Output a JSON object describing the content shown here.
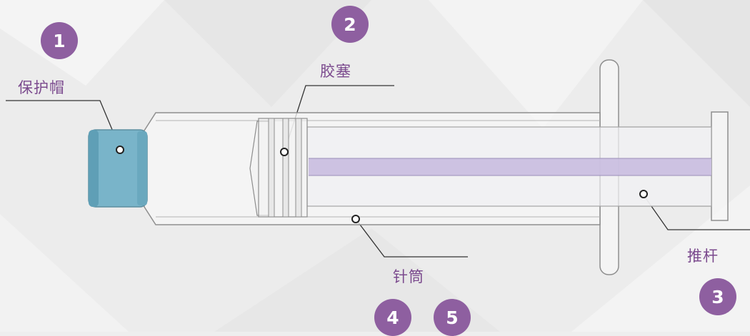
{
  "colors": {
    "accent": "#8e5fa0",
    "label": "#7b4a8e",
    "cap": "#79b4c9",
    "rod": "#c9bde0",
    "outline": "#8e8e8e"
  },
  "badges": [
    {
      "number": "1"
    },
    {
      "number": "2"
    },
    {
      "number": "3"
    },
    {
      "number": "4"
    },
    {
      "number": "5"
    }
  ],
  "labels": {
    "cap": "保护帽",
    "stopper": "胶塞",
    "plunger": "推杆",
    "barrel": "针筒"
  }
}
